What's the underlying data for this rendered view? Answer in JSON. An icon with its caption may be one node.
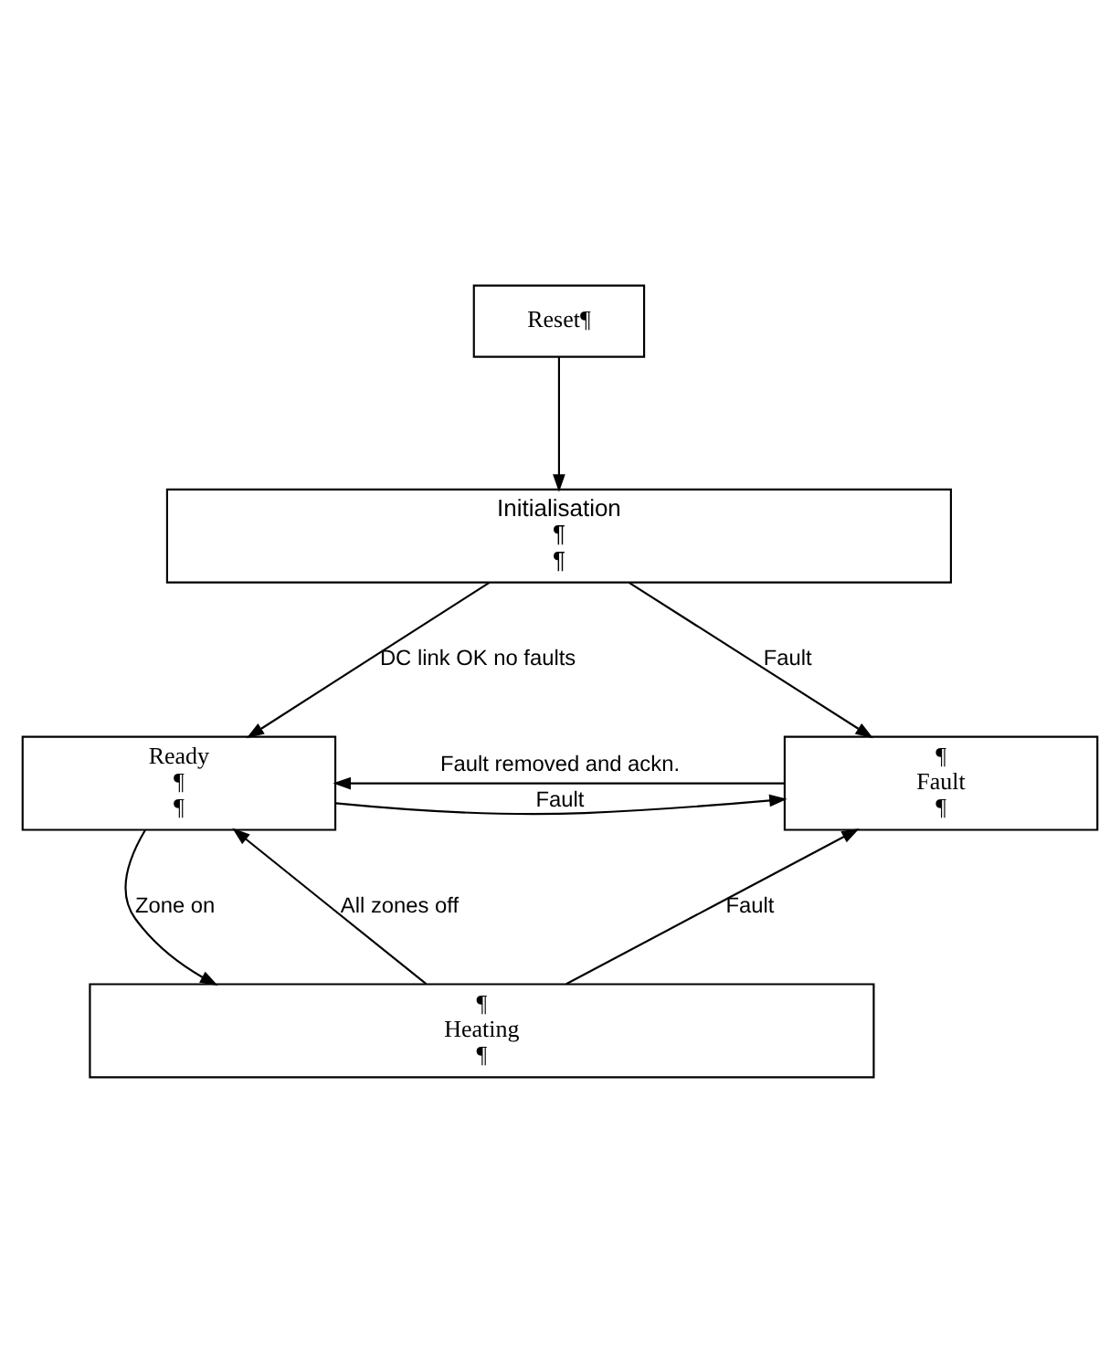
{
  "diagram": {
    "nodes": [
      {
        "text": [
          "Reset¶"
        ]
      },
      {
        "text": [
          "Initialisation",
          "¶",
          "¶"
        ]
      },
      {
        "text": [
          "Ready",
          "¶",
          "¶"
        ]
      },
      {
        "text": [
          "¶",
          "Fault",
          "¶"
        ]
      },
      {
        "text": [
          "¶",
          "Heating",
          "¶"
        ]
      }
    ],
    "edges": [
      {
        "from": 0,
        "to": 1,
        "arrow": "to"
      },
      {
        "from": 1,
        "to": 2,
        "arrow": "to",
        "label": "DC link OK no faults"
      },
      {
        "from": 1,
        "to": 3,
        "arrow": "to",
        "label": "Fault"
      },
      {
        "from": 2,
        "to": 3,
        "arrow": "to",
        "label": "Fault"
      },
      {
        "from": 3,
        "to": 2,
        "arrow": "to",
        "label": "Fault removed and ackn."
      },
      {
        "from": 2,
        "to": 4,
        "arrow": "to",
        "label": "Zone on"
      },
      {
        "from": 4,
        "to": 2,
        "arrow": "to",
        "label": "All zones off"
      },
      {
        "from": 4,
        "to": 3,
        "arrow": "to",
        "label": "Fault"
      }
    ]
  }
}
